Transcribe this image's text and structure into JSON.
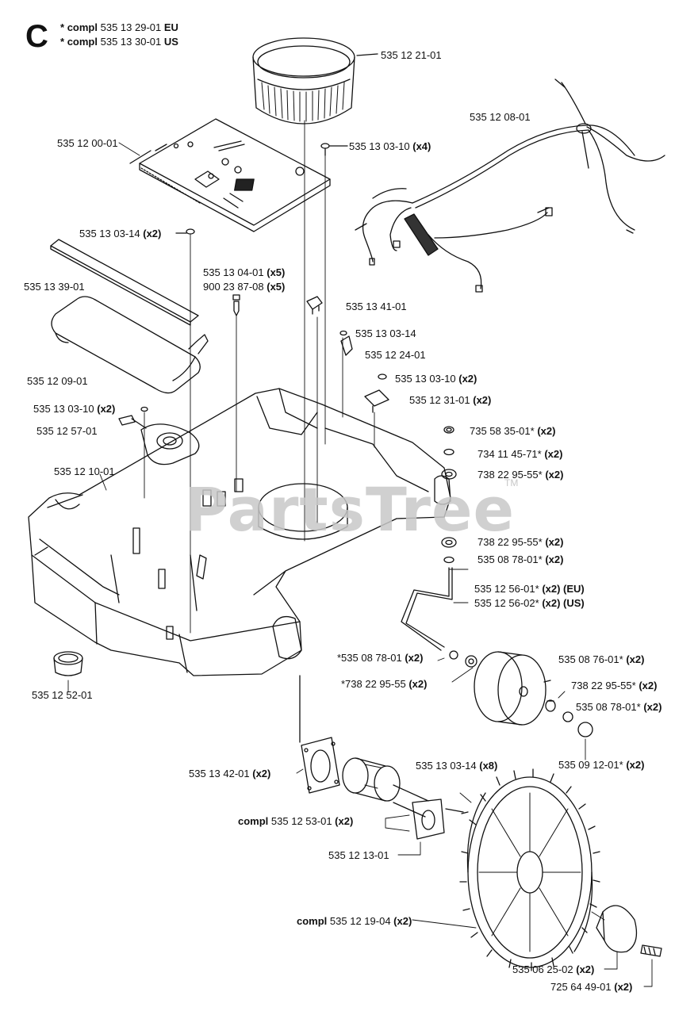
{
  "section": "C",
  "header": {
    "line1": {
      "star": "*",
      "compl": "compl",
      "number": "535 13 29-01",
      "suffix": "EU"
    },
    "line2": {
      "star": "*",
      "compl": "compl",
      "number": "535 13 30-01",
      "suffix": "US"
    }
  },
  "watermark": {
    "text": "PartsTree",
    "tm": "TM"
  },
  "parts": [
    {
      "id": "p01",
      "pre": "",
      "number": "535 12 21-01",
      "qty": ""
    },
    {
      "id": "p02",
      "pre": "",
      "number": "535 12 08-01",
      "qty": ""
    },
    {
      "id": "p03",
      "pre": "",
      "number": "535 12 00-01",
      "qty": ""
    },
    {
      "id": "p04",
      "pre": "",
      "number": "535 13 03-10",
      "qty": "(x4)"
    },
    {
      "id": "p05",
      "pre": "",
      "number": "535 13 03-14",
      "qty": "(x2)"
    },
    {
      "id": "p06",
      "pre": "",
      "number": "535 13 04-01",
      "qty": "(x5)"
    },
    {
      "id": "p07",
      "pre": "",
      "number": "900 23 87-08",
      "qty": "(x5)"
    },
    {
      "id": "p08",
      "pre": "",
      "number": "535 13 39-01",
      "qty": ""
    },
    {
      "id": "p09",
      "pre": "",
      "number": "535 13 41-01",
      "qty": ""
    },
    {
      "id": "p10",
      "pre": "",
      "number": "535 13 03-14",
      "qty": ""
    },
    {
      "id": "p11",
      "pre": "",
      "number": "535 12 24-01",
      "qty": ""
    },
    {
      "id": "p12",
      "pre": "",
      "number": "535 12 09-01",
      "qty": ""
    },
    {
      "id": "p13",
      "pre": "",
      "number": "535 13 03-10",
      "qty": "(x2)"
    },
    {
      "id": "p14",
      "pre": "",
      "number": "535 12 31-01",
      "qty": "(x2)"
    },
    {
      "id": "p15",
      "pre": "",
      "number": "535 13 03-10",
      "qty": "(x2)"
    },
    {
      "id": "p16",
      "pre": "",
      "number": "535 12 57-01",
      "qty": ""
    },
    {
      "id": "p17",
      "pre": "",
      "number": "735 58 35-01*",
      "qty": "(x2)"
    },
    {
      "id": "p18",
      "pre": "",
      "number": "734 11 45-71*",
      "qty": "(x2)"
    },
    {
      "id": "p19",
      "pre": "",
      "number": "535 12 10-01",
      "qty": ""
    },
    {
      "id": "p20",
      "pre": "",
      "number": "738 22 95-55*",
      "qty": "(x2)"
    },
    {
      "id": "p21",
      "pre": "",
      "number": "738 22 95-55*",
      "qty": "(x2)"
    },
    {
      "id": "p22",
      "pre": "",
      "number": "535 08 78-01*",
      "qty": "(x2)"
    },
    {
      "id": "p23",
      "pre": "",
      "number": "535 12 56-01*",
      "qty": "(x2) (EU)"
    },
    {
      "id": "p24",
      "pre": "",
      "number": "535 12 56-02*",
      "qty": "(x2) (US)"
    },
    {
      "id": "p25",
      "pre": "",
      "number": "*535 08 78-01",
      "qty": "(x2)"
    },
    {
      "id": "p26",
      "pre": "",
      "number": "535 08 76-01*",
      "qty": "(x2)"
    },
    {
      "id": "p27",
      "pre": "",
      "number": "*738 22 95-55",
      "qty": "(x2)"
    },
    {
      "id": "p28",
      "pre": "",
      "number": "738 22 95-55*",
      "qty": "(x2)"
    },
    {
      "id": "p29",
      "pre": "",
      "number": "535 12 52-01",
      "qty": ""
    },
    {
      "id": "p30",
      "pre": "",
      "number": "535 08 78-01*",
      "qty": "(x2)"
    },
    {
      "id": "p31",
      "pre": "",
      "number": "535 09 12-01*",
      "qty": "(x2)"
    },
    {
      "id": "p32",
      "pre": "",
      "number": "535 13 42-01",
      "qty": "(x2)"
    },
    {
      "id": "p33",
      "pre": "",
      "number": "535 13 03-14",
      "qty": "(x8)"
    },
    {
      "id": "p34",
      "pre": "compl",
      "number": "535 12 53-01",
      "qty": "(x2)"
    },
    {
      "id": "p35",
      "pre": "",
      "number": "535 12 13-01",
      "qty": ""
    },
    {
      "id": "p36",
      "pre": "compl",
      "number": "535 12 19-04",
      "qty": "(x2)"
    },
    {
      "id": "p37",
      "pre": "",
      "number": "535 06 25-02",
      "qty": "(x2)"
    },
    {
      "id": "p38",
      "pre": "",
      "number": "725 64 49-01",
      "qty": "(x2)"
    }
  ]
}
